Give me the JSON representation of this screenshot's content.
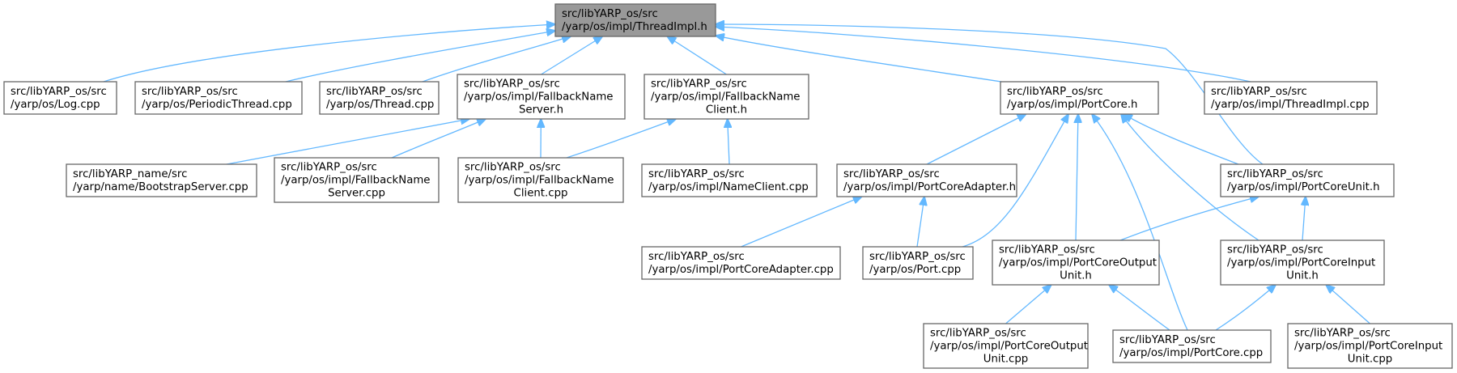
{
  "diagram": {
    "root": "threadimpl_h",
    "colors": {
      "edge": "#63b8ff",
      "root_fill": "#999999",
      "node_fill": "#ffffff",
      "node_border": "#666666"
    },
    "nodes": [
      {
        "id": "threadimpl_h",
        "lines": [
          "src/libYARP_os/src",
          "/yarp/os/impl/ThreadImpl.h"
        ]
      },
      {
        "id": "log_cpp",
        "lines": [
          "src/libYARP_os/src",
          "/yarp/os/Log.cpp"
        ]
      },
      {
        "id": "periodicthread_cpp",
        "lines": [
          "src/libYARP_os/src",
          "/yarp/os/PeriodicThread.cpp"
        ]
      },
      {
        "id": "thread_cpp",
        "lines": [
          "src/libYARP_os/src",
          "/yarp/os/Thread.cpp"
        ]
      },
      {
        "id": "fallbacknameserver_h",
        "lines": [
          "src/libYARP_os/src",
          "/yarp/os/impl/FallbackName",
          "Server.h"
        ]
      },
      {
        "id": "fallbacknameclient_h",
        "lines": [
          "src/libYARP_os/src",
          "/yarp/os/impl/FallbackName",
          "Client.h"
        ]
      },
      {
        "id": "portcore_h",
        "lines": [
          "src/libYARP_os/src",
          "/yarp/os/impl/PortCore.h"
        ]
      },
      {
        "id": "threadimpl_cpp",
        "lines": [
          "src/libYARP_os/src",
          "/yarp/os/impl/ThreadImpl.cpp"
        ]
      },
      {
        "id": "bootstrapserver_cpp",
        "lines": [
          "src/libYARP_name/src",
          "/yarp/name/BootstrapServer.cpp"
        ]
      },
      {
        "id": "fallbacknameserver_cpp",
        "lines": [
          "src/libYARP_os/src",
          "/yarp/os/impl/FallbackName",
          "Server.cpp"
        ]
      },
      {
        "id": "fallbacknameclient_cpp",
        "lines": [
          "src/libYARP_os/src",
          "/yarp/os/impl/FallbackName",
          "Client.cpp"
        ]
      },
      {
        "id": "nameclient_cpp",
        "lines": [
          "src/libYARP_os/src",
          "/yarp/os/impl/NameClient.cpp"
        ]
      },
      {
        "id": "portcoreadapter_h",
        "lines": [
          "src/libYARP_os/src",
          "/yarp/os/impl/PortCoreAdapter.h"
        ]
      },
      {
        "id": "portcoreunit_h",
        "lines": [
          "src/libYARP_os/src",
          "/yarp/os/impl/PortCoreUnit.h"
        ]
      },
      {
        "id": "portcoreadapter_cpp",
        "lines": [
          "src/libYARP_os/src",
          "/yarp/os/impl/PortCoreAdapter.cpp"
        ]
      },
      {
        "id": "port_cpp",
        "lines": [
          "src/libYARP_os/src",
          "/yarp/os/Port.cpp"
        ]
      },
      {
        "id": "portcoreoutputunit_h",
        "lines": [
          "src/libYARP_os/src",
          "/yarp/os/impl/PortCoreOutput",
          "Unit.h"
        ]
      },
      {
        "id": "portcoreinputunit_h",
        "lines": [
          "src/libYARP_os/src",
          "/yarp/os/impl/PortCoreInput",
          "Unit.h"
        ]
      },
      {
        "id": "portcoreoutputunit_cpp",
        "lines": [
          "src/libYARP_os/src",
          "/yarp/os/impl/PortCoreOutput",
          "Unit.cpp"
        ]
      },
      {
        "id": "portcore_cpp",
        "lines": [
          "src/libYARP_os/src",
          "/yarp/os/impl/PortCore.cpp"
        ]
      },
      {
        "id": "portcoreinputunit_cpp",
        "lines": [
          "src/libYARP_os/src",
          "/yarp/os/impl/PortCoreInput",
          "Unit.cpp"
        ]
      }
    ],
    "edges": [
      {
        "from": "log_cpp",
        "to": "threadimpl_h"
      },
      {
        "from": "periodicthread_cpp",
        "to": "threadimpl_h"
      },
      {
        "from": "thread_cpp",
        "to": "threadimpl_h"
      },
      {
        "from": "fallbacknameserver_h",
        "to": "threadimpl_h"
      },
      {
        "from": "fallbacknameclient_h",
        "to": "threadimpl_h"
      },
      {
        "from": "portcore_h",
        "to": "threadimpl_h"
      },
      {
        "from": "portcoreunit_h",
        "to": "threadimpl_h"
      },
      {
        "from": "threadimpl_cpp",
        "to": "threadimpl_h"
      },
      {
        "from": "bootstrapserver_cpp",
        "to": "fallbacknameserver_h"
      },
      {
        "from": "fallbacknameserver_cpp",
        "to": "fallbacknameserver_h"
      },
      {
        "from": "fallbacknameclient_cpp",
        "to": "fallbacknameserver_h"
      },
      {
        "from": "fallbacknameclient_cpp",
        "to": "fallbacknameclient_h"
      },
      {
        "from": "nameclient_cpp",
        "to": "fallbacknameclient_h"
      },
      {
        "from": "portcoreadapter_h",
        "to": "portcore_h"
      },
      {
        "from": "port_cpp",
        "to": "portcore_h"
      },
      {
        "from": "portcoreoutputunit_h",
        "to": "portcore_h"
      },
      {
        "from": "portcore_cpp",
        "to": "portcore_h"
      },
      {
        "from": "portcoreinputunit_h",
        "to": "portcore_h"
      },
      {
        "from": "portcoreunit_h",
        "to": "portcore_h"
      },
      {
        "from": "portcoreadapter_cpp",
        "to": "portcoreadapter_h"
      },
      {
        "from": "port_cpp",
        "to": "portcoreadapter_h"
      },
      {
        "from": "portcoreoutputunit_h",
        "to": "portcoreunit_h"
      },
      {
        "from": "portcoreinputunit_h",
        "to": "portcoreunit_h"
      },
      {
        "from": "portcoreoutputunit_cpp",
        "to": "portcoreoutputunit_h"
      },
      {
        "from": "portcore_cpp",
        "to": "portcoreoutputunit_h"
      },
      {
        "from": "portcore_cpp",
        "to": "portcoreinputunit_h"
      },
      {
        "from": "portcoreinputunit_cpp",
        "to": "portcoreinputunit_h"
      }
    ]
  }
}
